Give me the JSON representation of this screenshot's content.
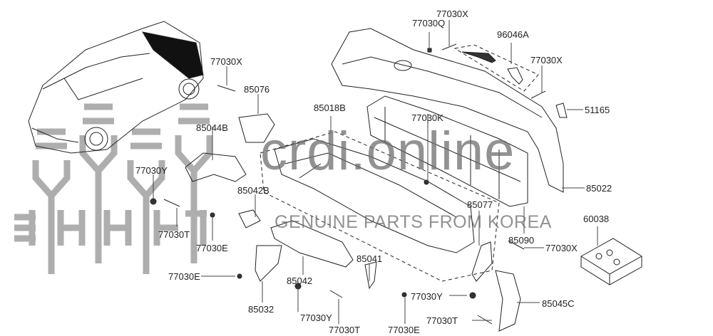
{
  "watermark": {
    "site": "crdi.online",
    "tagline": "GENUINE PARTS FROM KOREA"
  },
  "callouts": [
    {
      "id": "77030X-a",
      "text": "77030X"
    },
    {
      "id": "85076",
      "text": "85076"
    },
    {
      "id": "85044B",
      "text": "85044B"
    },
    {
      "id": "77030Y-a",
      "text": "77030Y"
    },
    {
      "id": "85042B",
      "text": "85042B"
    },
    {
      "id": "77030T-a",
      "text": "77030T"
    },
    {
      "id": "77030E-a",
      "text": "77030E"
    },
    {
      "id": "77030E-b",
      "text": "77030E"
    },
    {
      "id": "85032",
      "text": "85032"
    },
    {
      "id": "85042",
      "text": "85042"
    },
    {
      "id": "77030Y-b",
      "text": "77030Y"
    },
    {
      "id": "77030T-b",
      "text": "77030T"
    },
    {
      "id": "85041",
      "text": "85041"
    },
    {
      "id": "77030E-c",
      "text": "77030E"
    },
    {
      "id": "77030Y-c",
      "text": "77030Y"
    },
    {
      "id": "77030T-c",
      "text": "77030T"
    },
    {
      "id": "85045C",
      "text": "85045C"
    },
    {
      "id": "77030X-b",
      "text": "77030X"
    },
    {
      "id": "85077",
      "text": "85077"
    },
    {
      "id": "85090",
      "text": "85090"
    },
    {
      "id": "60038",
      "text": "60038"
    },
    {
      "id": "85022",
      "text": "85022"
    },
    {
      "id": "51165",
      "text": "51165"
    },
    {
      "id": "77030X-c",
      "text": "77030X"
    },
    {
      "id": "96046A",
      "text": "96046A"
    },
    {
      "id": "77030X-d",
      "text": "77030X"
    },
    {
      "id": "77030Q",
      "text": "77030Q"
    },
    {
      "id": "85018B",
      "text": "85018B"
    },
    {
      "id": "77030K",
      "text": "77030K"
    }
  ]
}
